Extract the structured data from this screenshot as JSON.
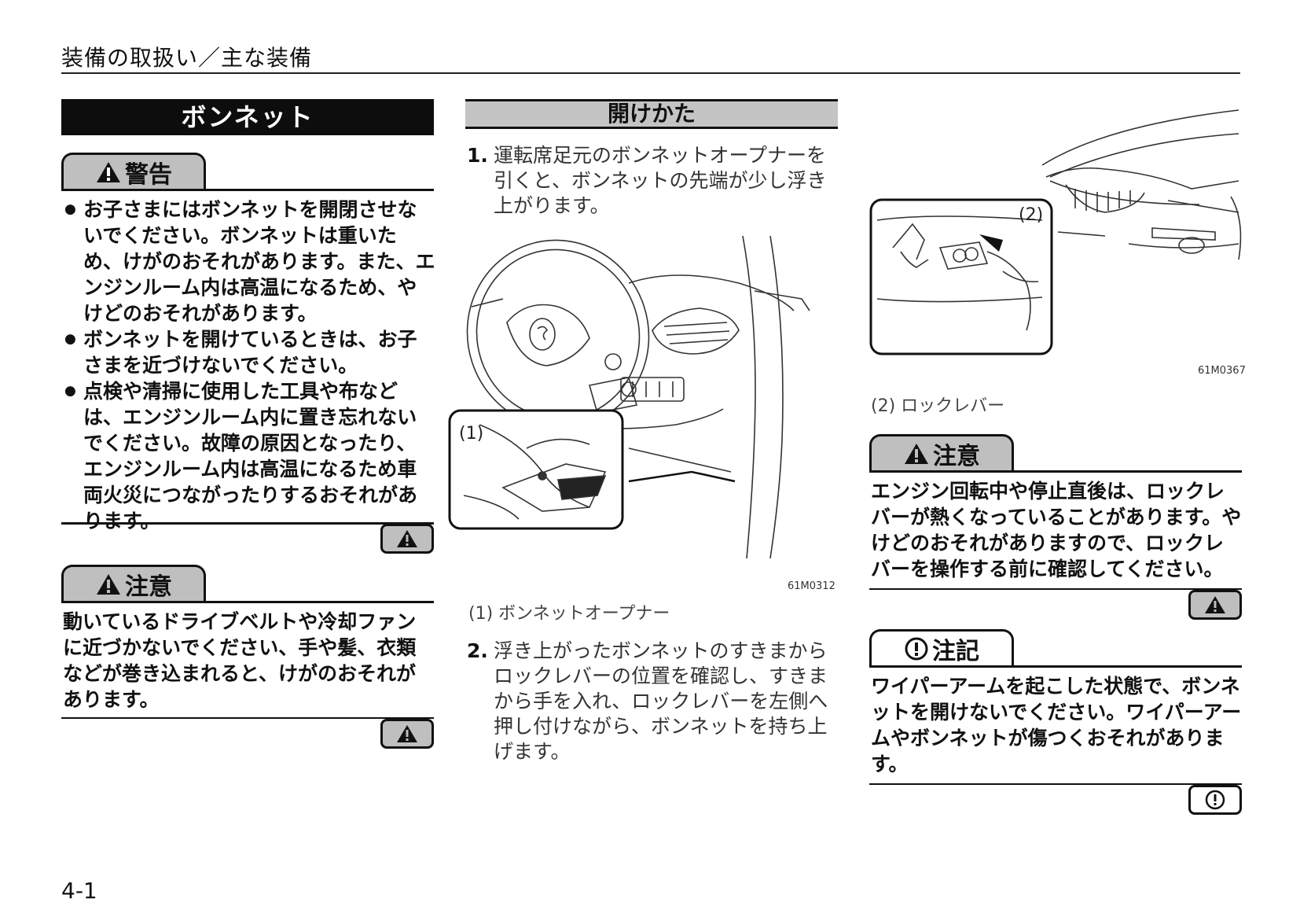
{
  "header": {
    "title": "装備の取扱い／主な装備"
  },
  "section": {
    "title": "ボンネット"
  },
  "warning": {
    "label": "警告",
    "items": [
      "お子さまにはボンネットを開閉させないでください。ボンネットは重いため、けがのおそれがあります。また、エンジンルーム内は高温になるため、やけどのおそれがあります。",
      "ボンネットを開けているときは、お子さまを近づけないでください。",
      "点検や清掃に使用した工具や布などは、エンジンルーム内に置き忘れないでください。故障の原因となったり、エンジンルーム内は高温になるため車両火災につながったりするおそれがあります。"
    ]
  },
  "caution1": {
    "label": "注意",
    "text": "動いているドライブベルトや冷却ファンに近づかないでください、手や髪、衣類などが巻き込まれると、けがのおそれがあります。"
  },
  "opening": {
    "title": "開けかた",
    "step1_num": "1.",
    "step1": "運転席足元のボンネットオープナーを引くと、ボンネットの先端が少し浮き上がります。",
    "fig1_callout": "(1)",
    "fig1_code": "61M0312",
    "fig1_caption": "(1) ボンネットオープナー",
    "step2_num": "2.",
    "step2": "浮き上がったボンネットのすきまからロックレバーの位置を確認し、すきまから手を入れ、ロックレバーを左側へ押し付けながら、ボンネットを持ち上げます。"
  },
  "fig2": {
    "callout": "(2)",
    "code": "61M0367",
    "caption": "(2) ロックレバー"
  },
  "caution2": {
    "label": "注意",
    "text": "エンジン回転中や停止直後は、ロックレバーが熱くなっていることがあります。やけどのおそれがありますので、ロックレバーを操作する前に確認してください。"
  },
  "note": {
    "label": "注記",
    "text": "ワイパーアームを起こした状態で、ボンネットを開けないでください。ワイパーアームやボンネットが傷つくおそれがあります。"
  },
  "page_number": "4-1",
  "icons": {
    "warning": "warning-triangle-icon",
    "note": "exclamation-circle-icon"
  }
}
